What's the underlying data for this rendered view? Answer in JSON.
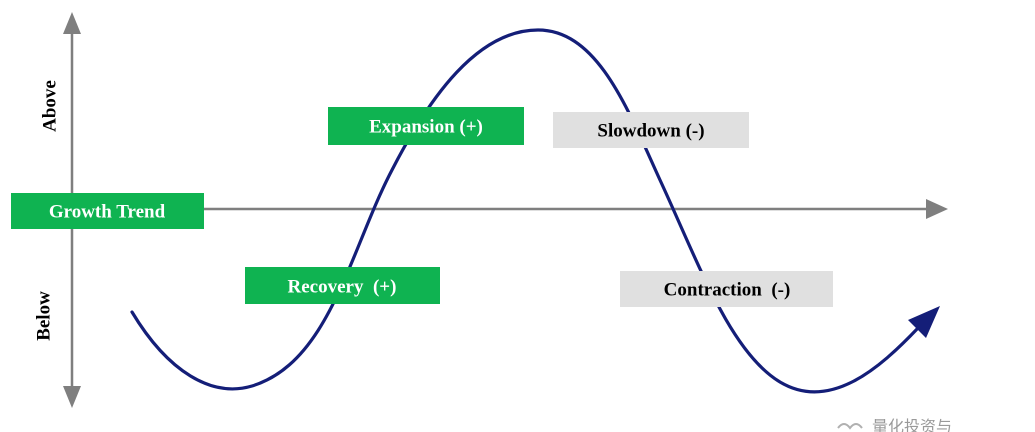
{
  "diagram": {
    "axis_labels": {
      "above": "Above",
      "below": "Below"
    },
    "trend_label": "Growth Trend",
    "phases": {
      "recovery": "Recovery  (+)",
      "expansion": "Expansion (+)",
      "slowdown": "Slowdown (-)",
      "contraction": "Contraction  (-)"
    },
    "watermark": "量化投资与"
  },
  "colors": {
    "green": "#0fb351",
    "grey_box": "#e0e0e0",
    "curve": "#141e78",
    "axis": "#7f7f7f",
    "text_on_green": "#ffffff",
    "text_on_grey": "#000000"
  }
}
